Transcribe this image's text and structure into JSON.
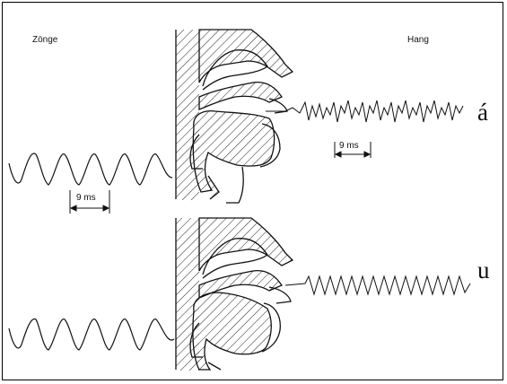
{
  "figure": {
    "labels": {
      "voice": "Zönge",
      "sound": "Hang"
    },
    "vowels": {
      "top": "á",
      "bottom": "u"
    },
    "scale": {
      "top_right": "9 ms",
      "left": "9 ms"
    }
  }
}
